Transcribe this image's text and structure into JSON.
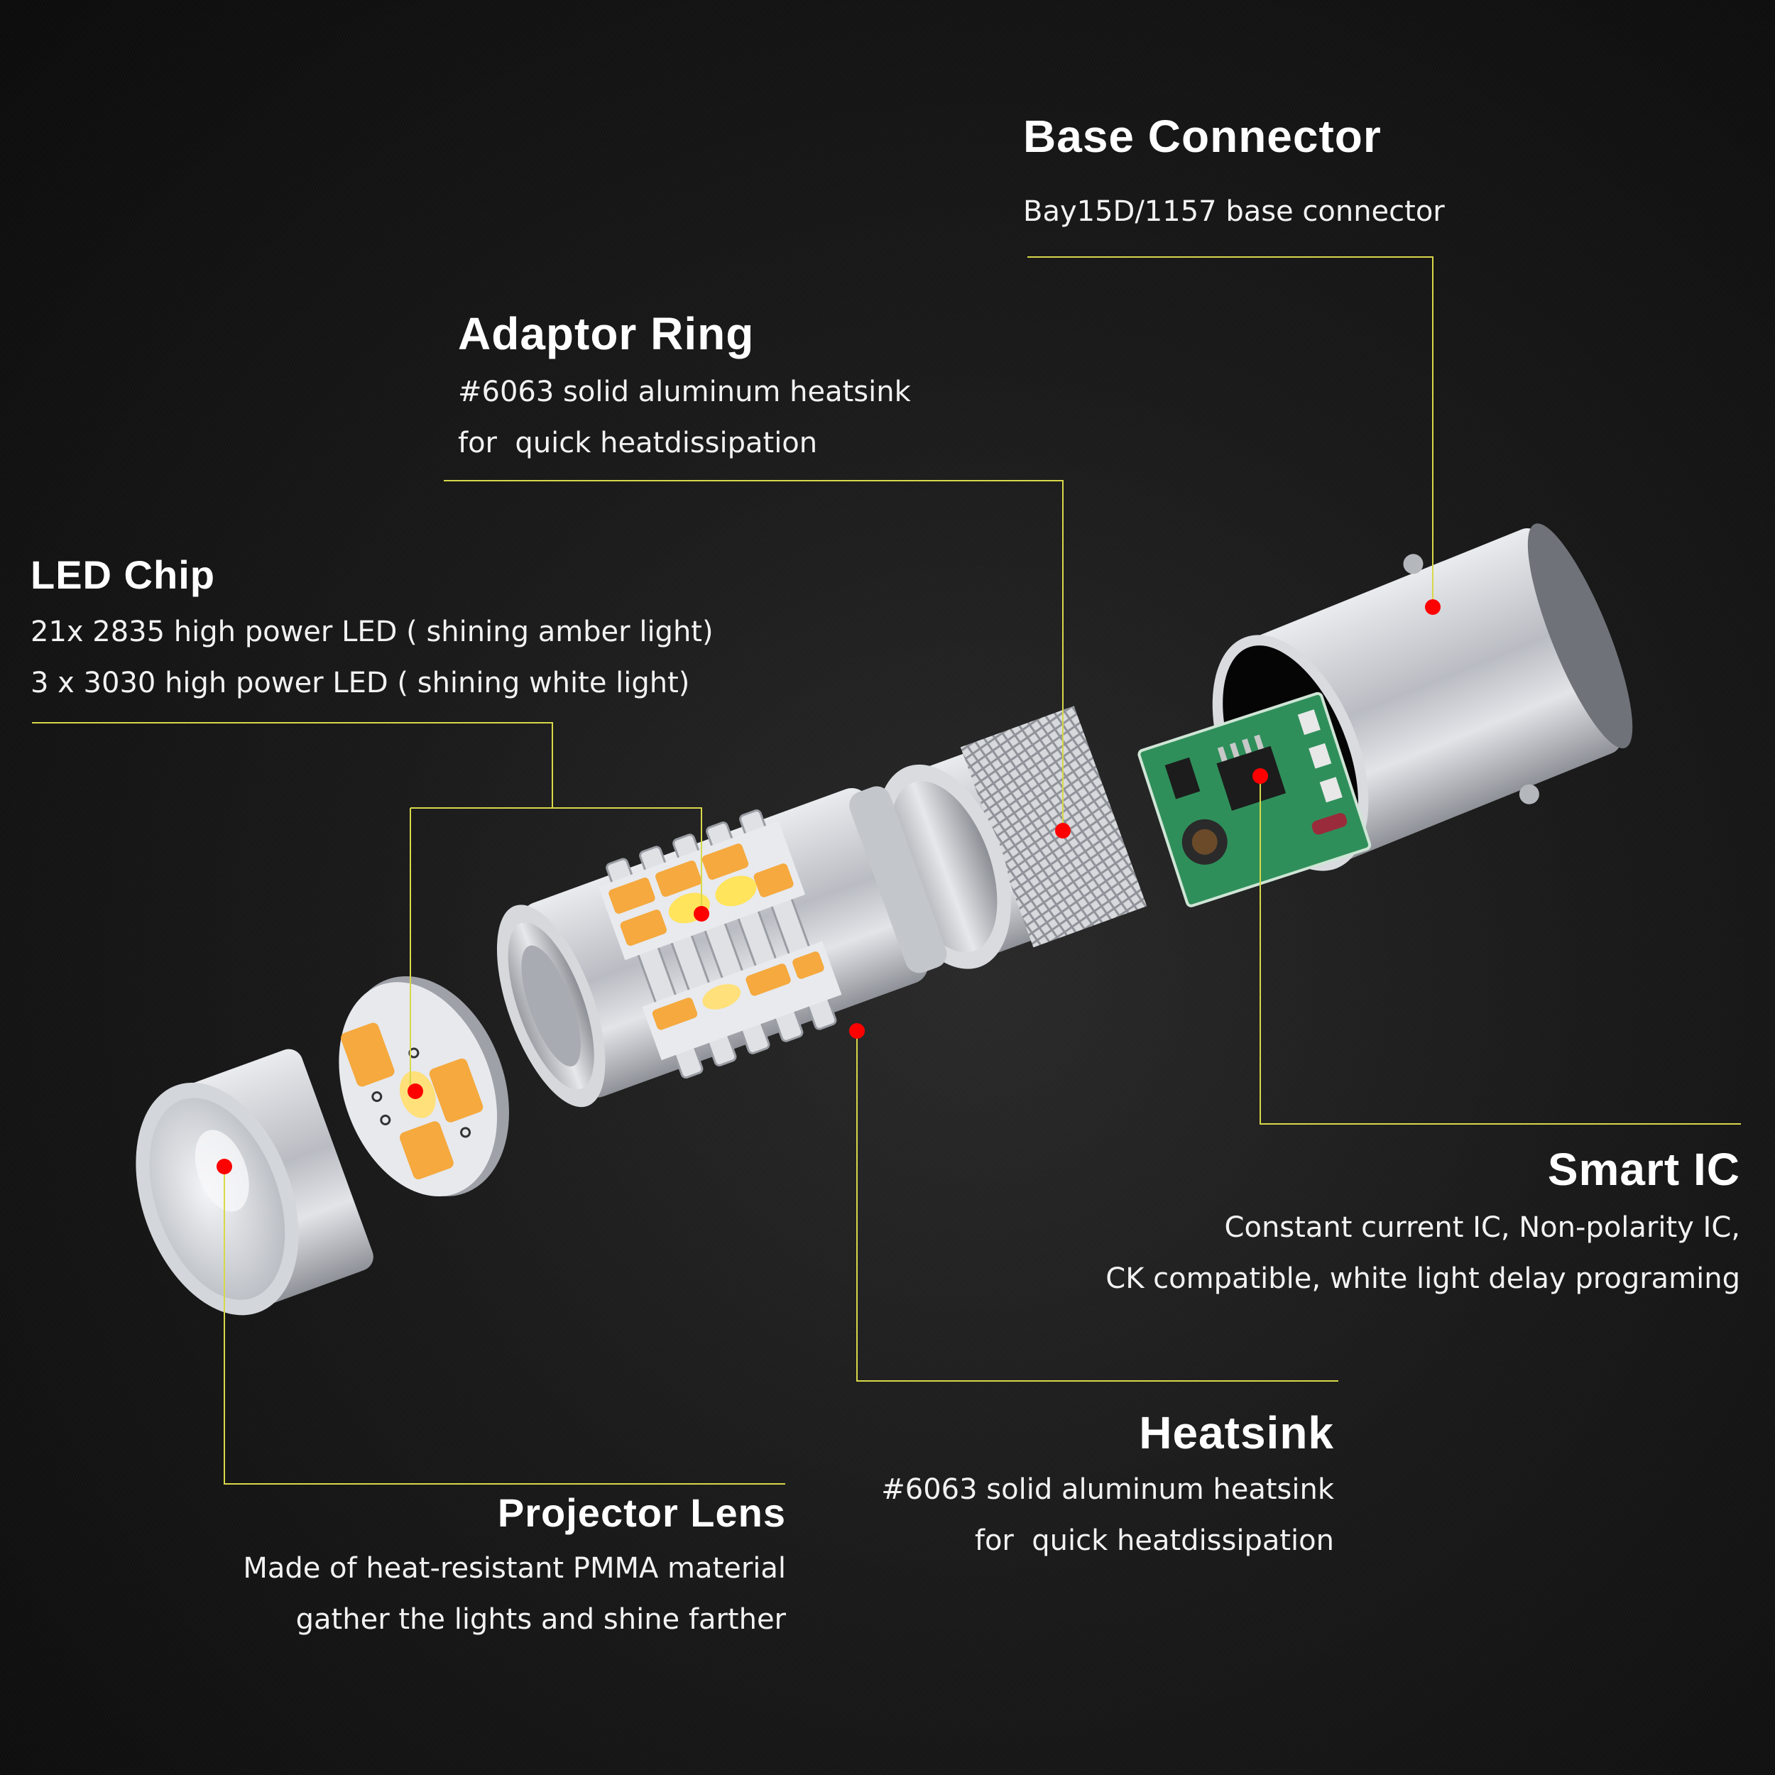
{
  "colors": {
    "background": "#141414",
    "leader_line": "#d8d84a",
    "marker_dot": "#ff0000",
    "text": "#ffffff",
    "amber_led": "#f5a93e",
    "white_led": "#ffe45c",
    "pcb_green": "#2f8f5a",
    "aluminum": "#c9ccd1"
  },
  "callouts": {
    "base_connector": {
      "title": "Base Connector",
      "lines": [
        "Bay15D/1157 base connector"
      ]
    },
    "adaptor_ring": {
      "title": "Adaptor Ring",
      "lines": [
        "#6063 solid aluminum heatsink",
        "for  quick heatdissipation"
      ]
    },
    "led_chip": {
      "title": "LED Chip",
      "lines": [
        "21x 2835 high power LED ( shining amber light)",
        "3 x 3030 high power LED ( shining white light)"
      ]
    },
    "smart_ic": {
      "title": "Smart IC",
      "lines": [
        "Constant current IC, Non-polarity IC,",
        "CK compatible, white light delay programing"
      ]
    },
    "heatsink": {
      "title": "Heatsink",
      "lines": [
        "#6063 solid aluminum heatsink",
        "for  quick heatdissipation"
      ]
    },
    "projector_lens": {
      "title": "Projector Lens",
      "lines": [
        "Made of heat-resistant PMMA material",
        "gather the lights and shine farther"
      ]
    }
  },
  "components": [
    {
      "id": "projector-lens",
      "icon": "lens-ring"
    },
    {
      "id": "led-board",
      "icon": "led-disc"
    },
    {
      "id": "heatsink-body",
      "icon": "finned-cylinder"
    },
    {
      "id": "adaptor-ring",
      "icon": "knurled-ring"
    },
    {
      "id": "ic-board",
      "icon": "pcb"
    },
    {
      "id": "base-connector",
      "icon": "bayonet-base"
    }
  ]
}
